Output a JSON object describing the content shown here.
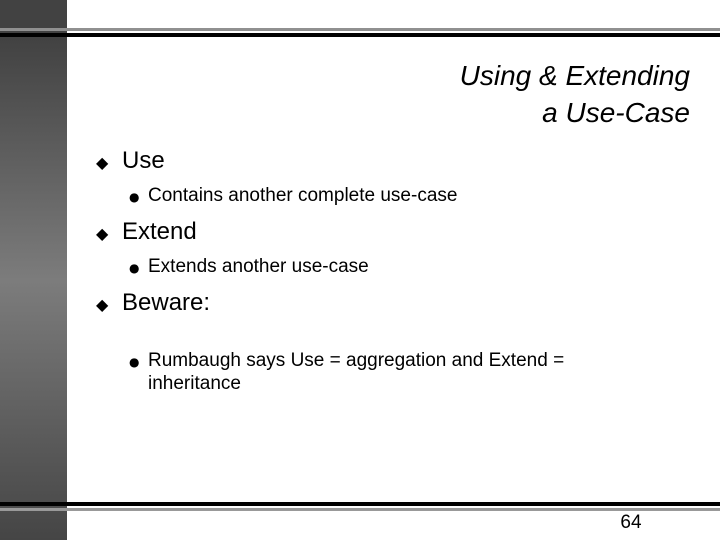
{
  "colors": {
    "background": "#ffffff",
    "sidebar_gradient_top": "#424242",
    "sidebar_gradient_middle": "#7c7c7c",
    "sidebar_gradient_bottom": "#454545",
    "rule_gray": "#909090",
    "rule_black": "#000000",
    "text": "#000000"
  },
  "title": {
    "line1": "Using & Extending",
    "line2": "a Use-Case"
  },
  "bullets": [
    {
      "level": 1,
      "marker": "◆",
      "text": "Use"
    },
    {
      "level": 2,
      "marker": "●",
      "text": "Contains another complete use-case"
    },
    {
      "level": 1,
      "marker": "◆",
      "text": "Extend"
    },
    {
      "level": 2,
      "marker": "●",
      "text": "Extends another use-case"
    },
    {
      "level": 1,
      "marker": "◆",
      "text": "Beware:"
    },
    {
      "level": 2,
      "marker": "●",
      "text": "Rumbaugh says Use = aggregation and Extend = inheritance"
    }
  ],
  "page_number": "64"
}
